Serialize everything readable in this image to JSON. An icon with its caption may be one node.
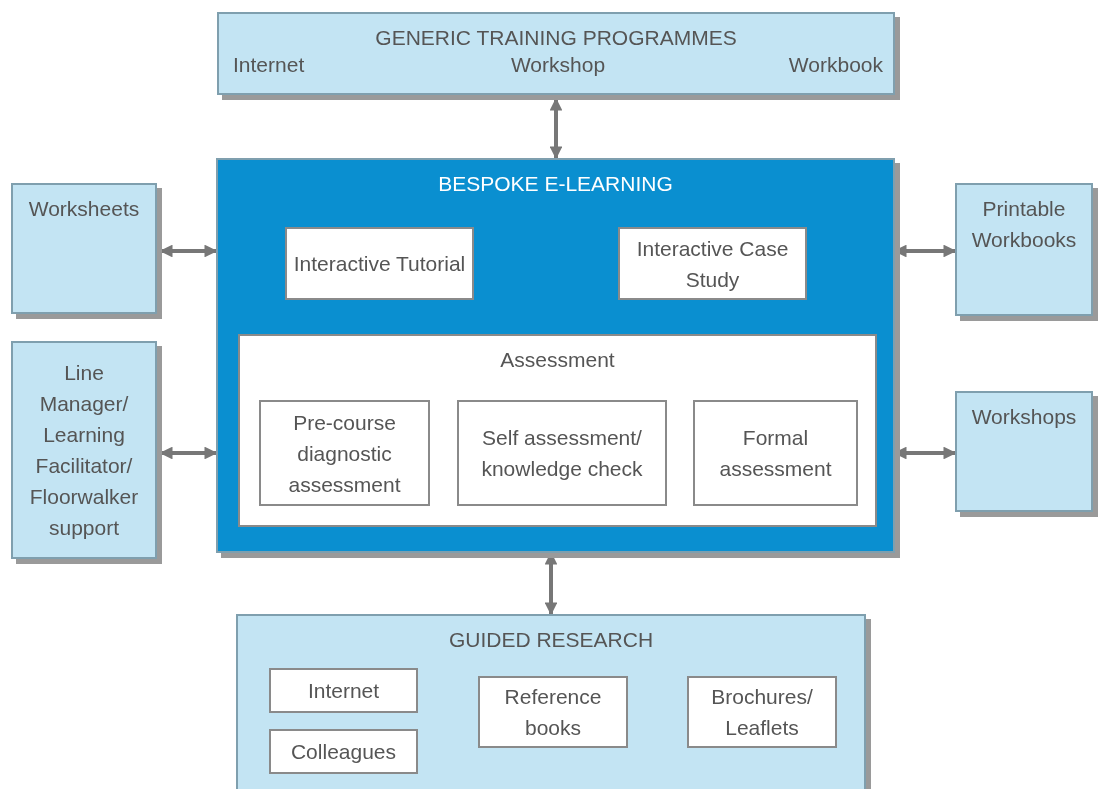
{
  "diagram": {
    "nodes": [
      {
        "text": [
          "GENERIC TRAINING PROGRAMMES",
          "Internet",
          "Workshop",
          "Workbook"
        ]
      },
      {
        "text": [
          "BESPOKE E-LEARNING"
        ]
      },
      {
        "text": [
          "Interactive Tutorial"
        ],
        "in": 1
      },
      {
        "text": [
          "Interactive Case Study"
        ],
        "in": 1
      },
      {
        "text": [
          "Assessment"
        ],
        "in": 1
      },
      {
        "text": [
          "Pre-course diagnostic assessment"
        ],
        "in": 4
      },
      {
        "text": [
          "Self assessment/ knowledge check"
        ],
        "in": 4
      },
      {
        "text": [
          "Formal assessment"
        ],
        "in": 4
      },
      {
        "text": [
          "Worksheets"
        ]
      },
      {
        "text": [
          "Line Manager/ Learning Facilitator/ Floorwalker support"
        ]
      },
      {
        "text": [
          "Printable Workbooks"
        ]
      },
      {
        "text": [
          "Workshops"
        ]
      },
      {
        "text": [
          "GUIDED RESEARCH"
        ]
      },
      {
        "text": [
          "Internet"
        ],
        "in": 12
      },
      {
        "text": [
          "Colleagues"
        ],
        "in": 12
      },
      {
        "text": [
          "Reference books"
        ],
        "in": 12
      },
      {
        "text": [
          "Brochures/ Leaflets"
        ],
        "in": 12
      }
    ],
    "edges": [
      {
        "from": 0,
        "to": 1,
        "arrow": "both"
      },
      {
        "from": 8,
        "to": 1,
        "arrow": "both"
      },
      {
        "from": 9,
        "to": 1,
        "arrow": "both"
      },
      {
        "from": 1,
        "to": 10,
        "arrow": "both"
      },
      {
        "from": 1,
        "to": 11,
        "arrow": "both"
      },
      {
        "from": 1,
        "to": 12,
        "arrow": "both"
      }
    ]
  }
}
